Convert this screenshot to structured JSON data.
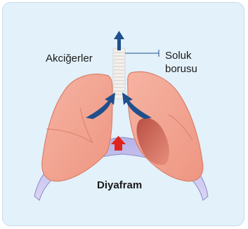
{
  "labels": {
    "lungs": "Akciğerler",
    "trachea_line1": "Soluk",
    "trachea_line2": "borusu",
    "diaphragm": "Diyafram"
  },
  "colors": {
    "background": "#e3f1fb",
    "lung_fill": "#f2a08c",
    "lung_outline": "#d9806a",
    "diaphragm": "#b9b4e6",
    "arrow_blue": "#1f4f8c",
    "arrow_red": "#e0251b",
    "trachea": "#f3f0ee"
  }
}
